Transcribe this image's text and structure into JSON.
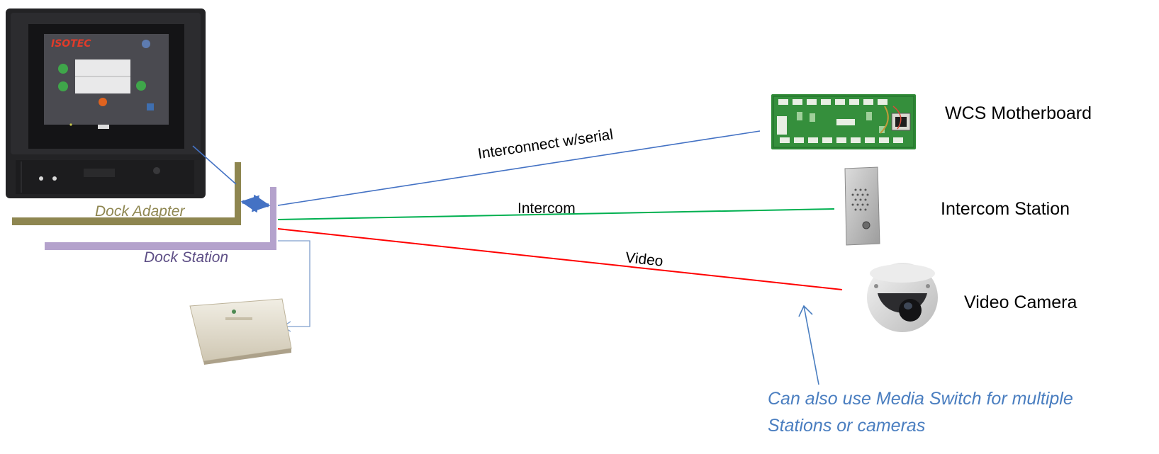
{
  "devices": {
    "terminal_logo": "ISOTEC",
    "wcs_motherboard": "WCS Motherboard",
    "intercom_station": "Intercom Station",
    "video_camera": "Video Camera"
  },
  "connections": {
    "interconnect": "Interconnect w/serial",
    "intercom": "Intercom",
    "video": "Video"
  },
  "dock": {
    "adapter": "Dock Adapter",
    "station": "Dock Station"
  },
  "note": {
    "line1": "Can also use Media Switch for multiple",
    "line2": "Stations or cameras"
  },
  "colors": {
    "interconnect_line": "#4472c4",
    "intercom_line": "#00b050",
    "video_line": "#ff0000",
    "dock_adapter": "#8e8650",
    "dock_station": "#b4a2cc",
    "note_text": "#4a7ec0"
  }
}
